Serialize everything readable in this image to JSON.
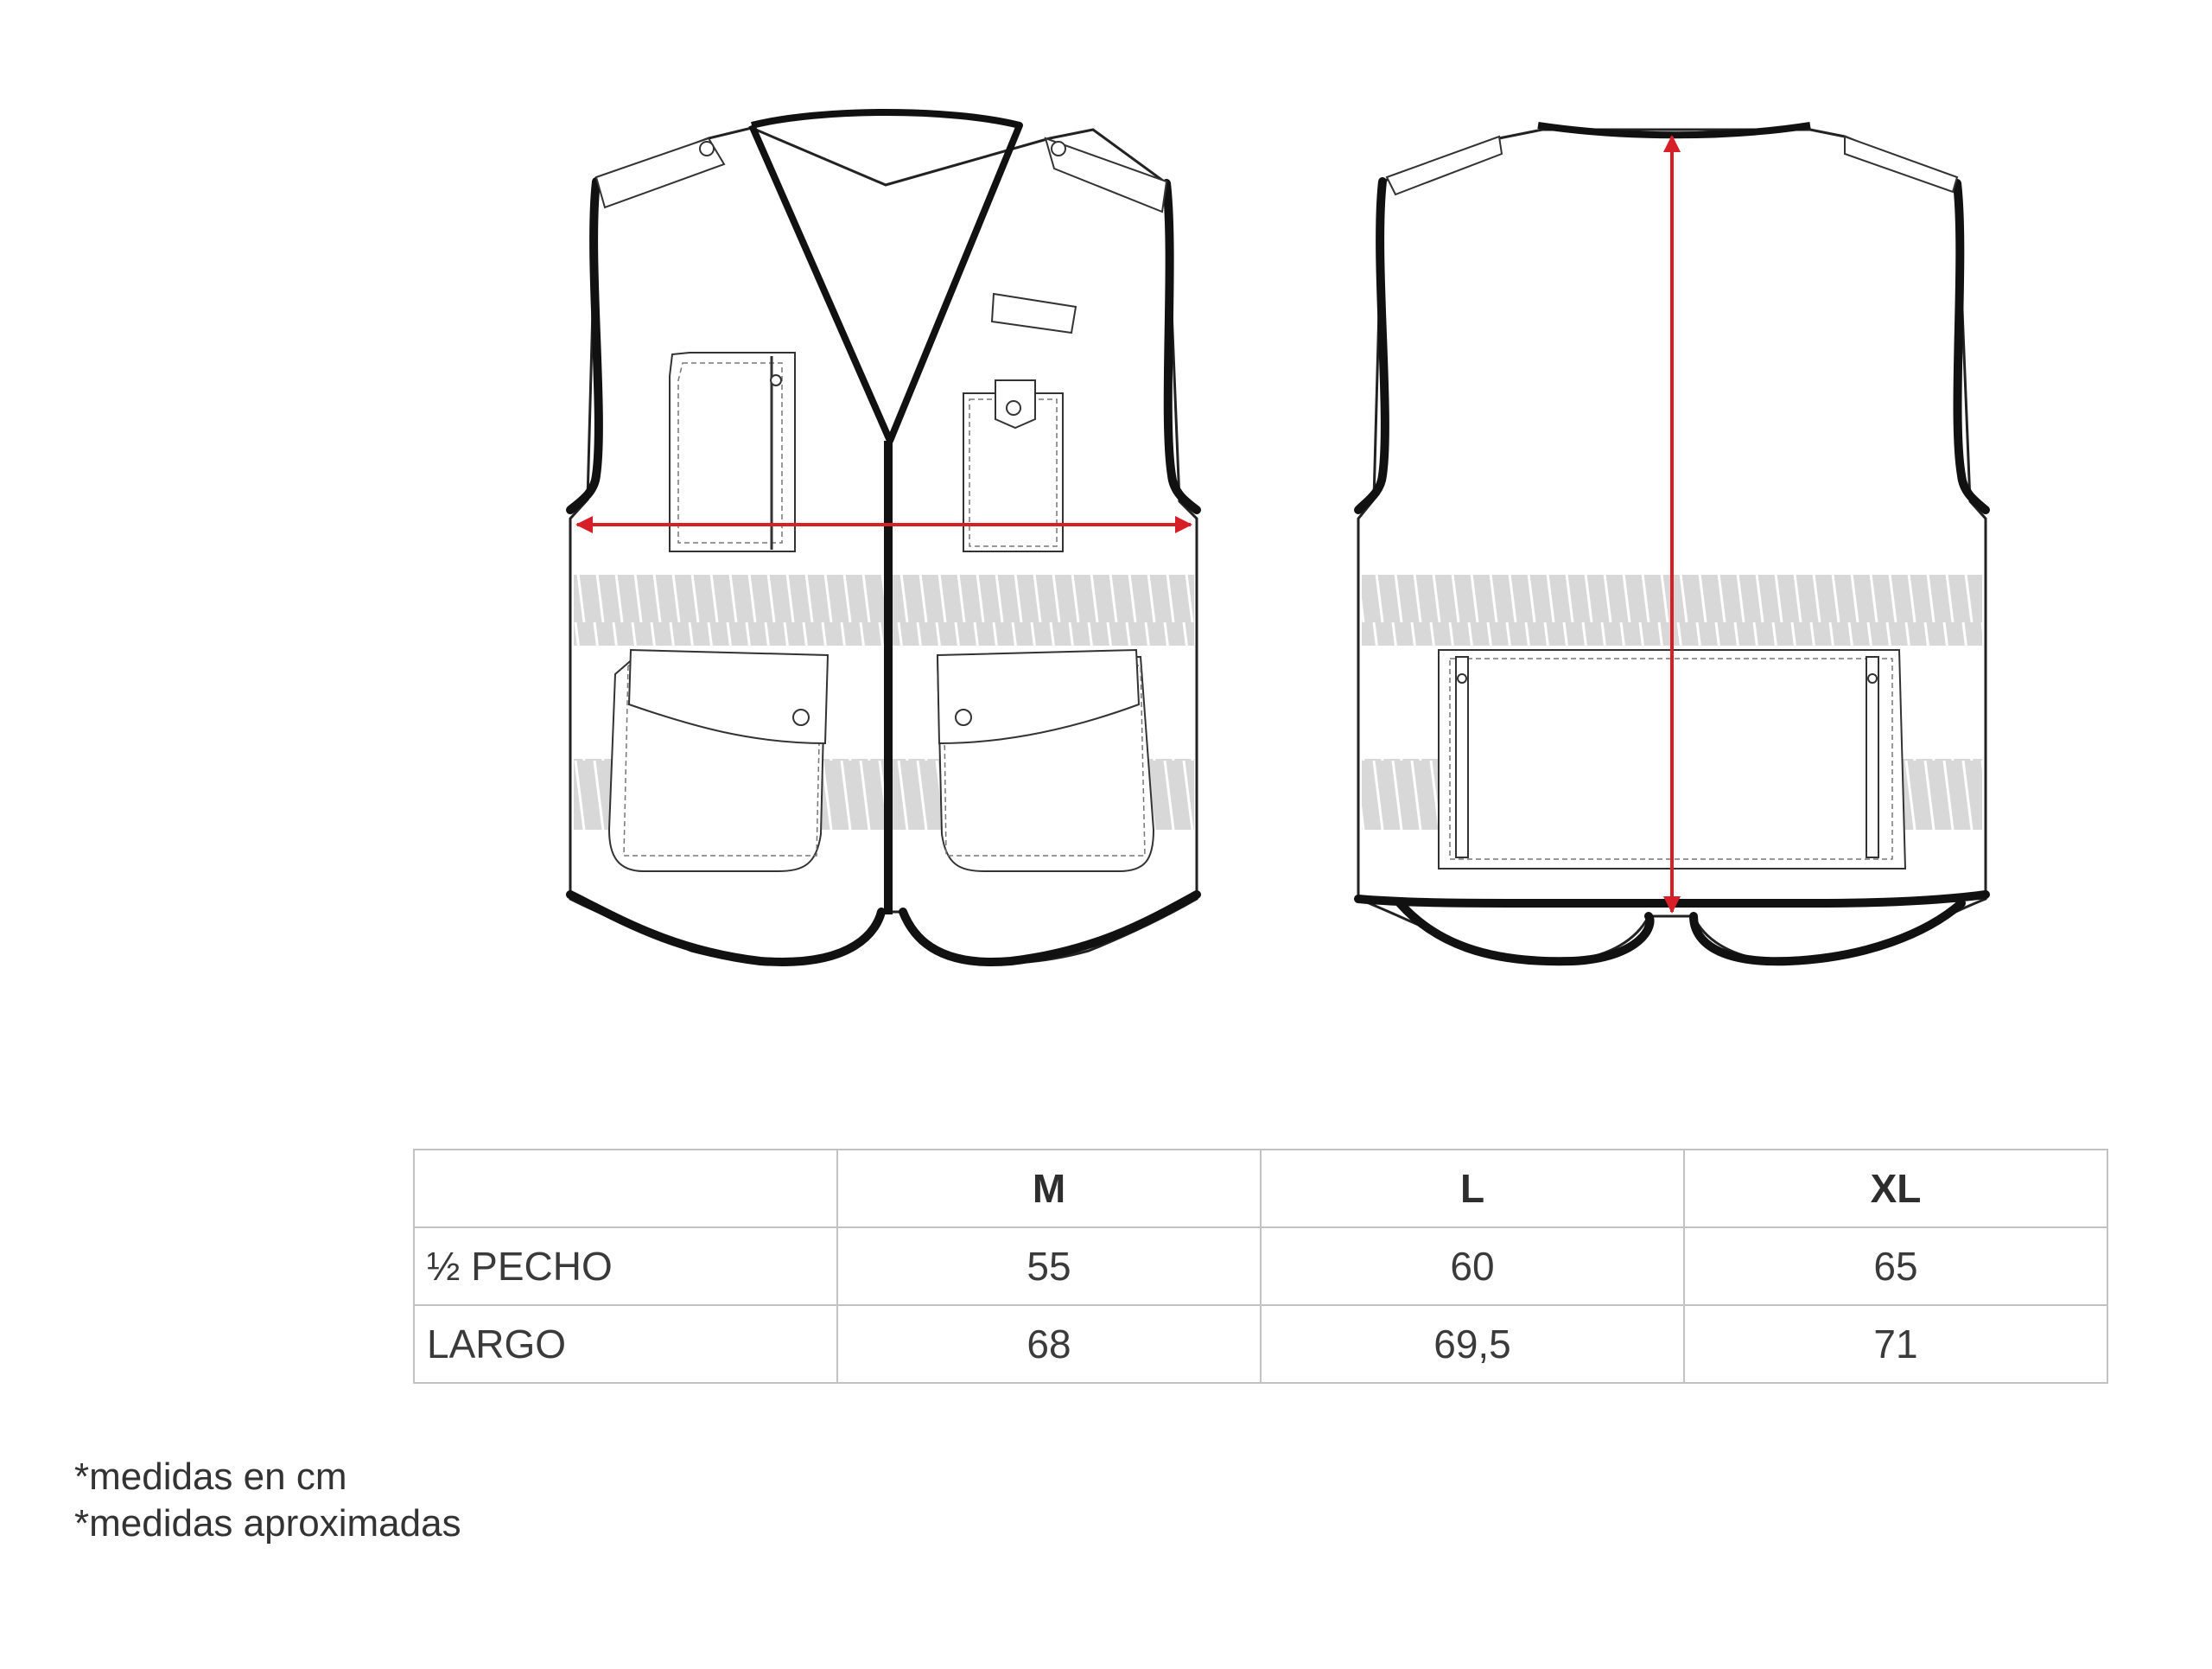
{
  "size_table": {
    "headers": [
      "",
      "M",
      "L",
      "XL"
    ],
    "rows": [
      {
        "label": "½  PECHO",
        "values": [
          "55",
          "60",
          "65"
        ]
      },
      {
        "label": "LARGO",
        "values": [
          "68",
          "69,5",
          "71"
        ]
      }
    ]
  },
  "notes": [
    "*medidas en cm",
    "*medidas aproximadas"
  ],
  "colors": {
    "outline": "#1a1a1a",
    "detail": "#444444",
    "reflective_band": "#cfcfcf",
    "measure_arrow": "#d61f26",
    "table_border": "#c2c2c2"
  }
}
